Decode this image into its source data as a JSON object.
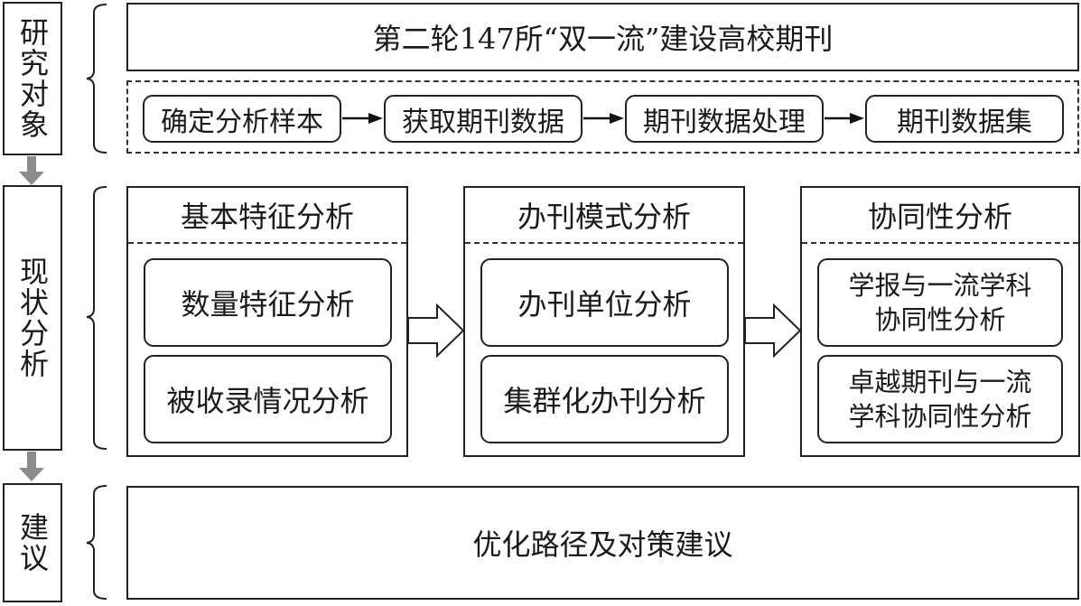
{
  "stages": {
    "research_object": "研究对象",
    "status_analysis": "现状分析",
    "suggestion": "建议"
  },
  "research": {
    "title": "第二轮147所“双一流”建设高校期刊",
    "steps": [
      "确定分析样本",
      "获取期刊数据",
      "期刊数据处理",
      "期刊数据集"
    ]
  },
  "analysis": {
    "basic": {
      "title": "基本特征分析",
      "items": [
        "数量特征分析",
        "被收录情况分析"
      ]
    },
    "mode": {
      "title": "办刊模式分析",
      "items": [
        "办刊单位分析",
        "集群化办刊分析"
      ]
    },
    "synergy": {
      "title": "协同性分析",
      "items": [
        "学报与一流学科协同性分析",
        "卓越期刊与一流学科协同性分析"
      ]
    }
  },
  "suggestion_text": "优化路径及对策建议",
  "colors": {
    "stroke": "#222222",
    "stage_arrow": "#8c8c8c"
  }
}
